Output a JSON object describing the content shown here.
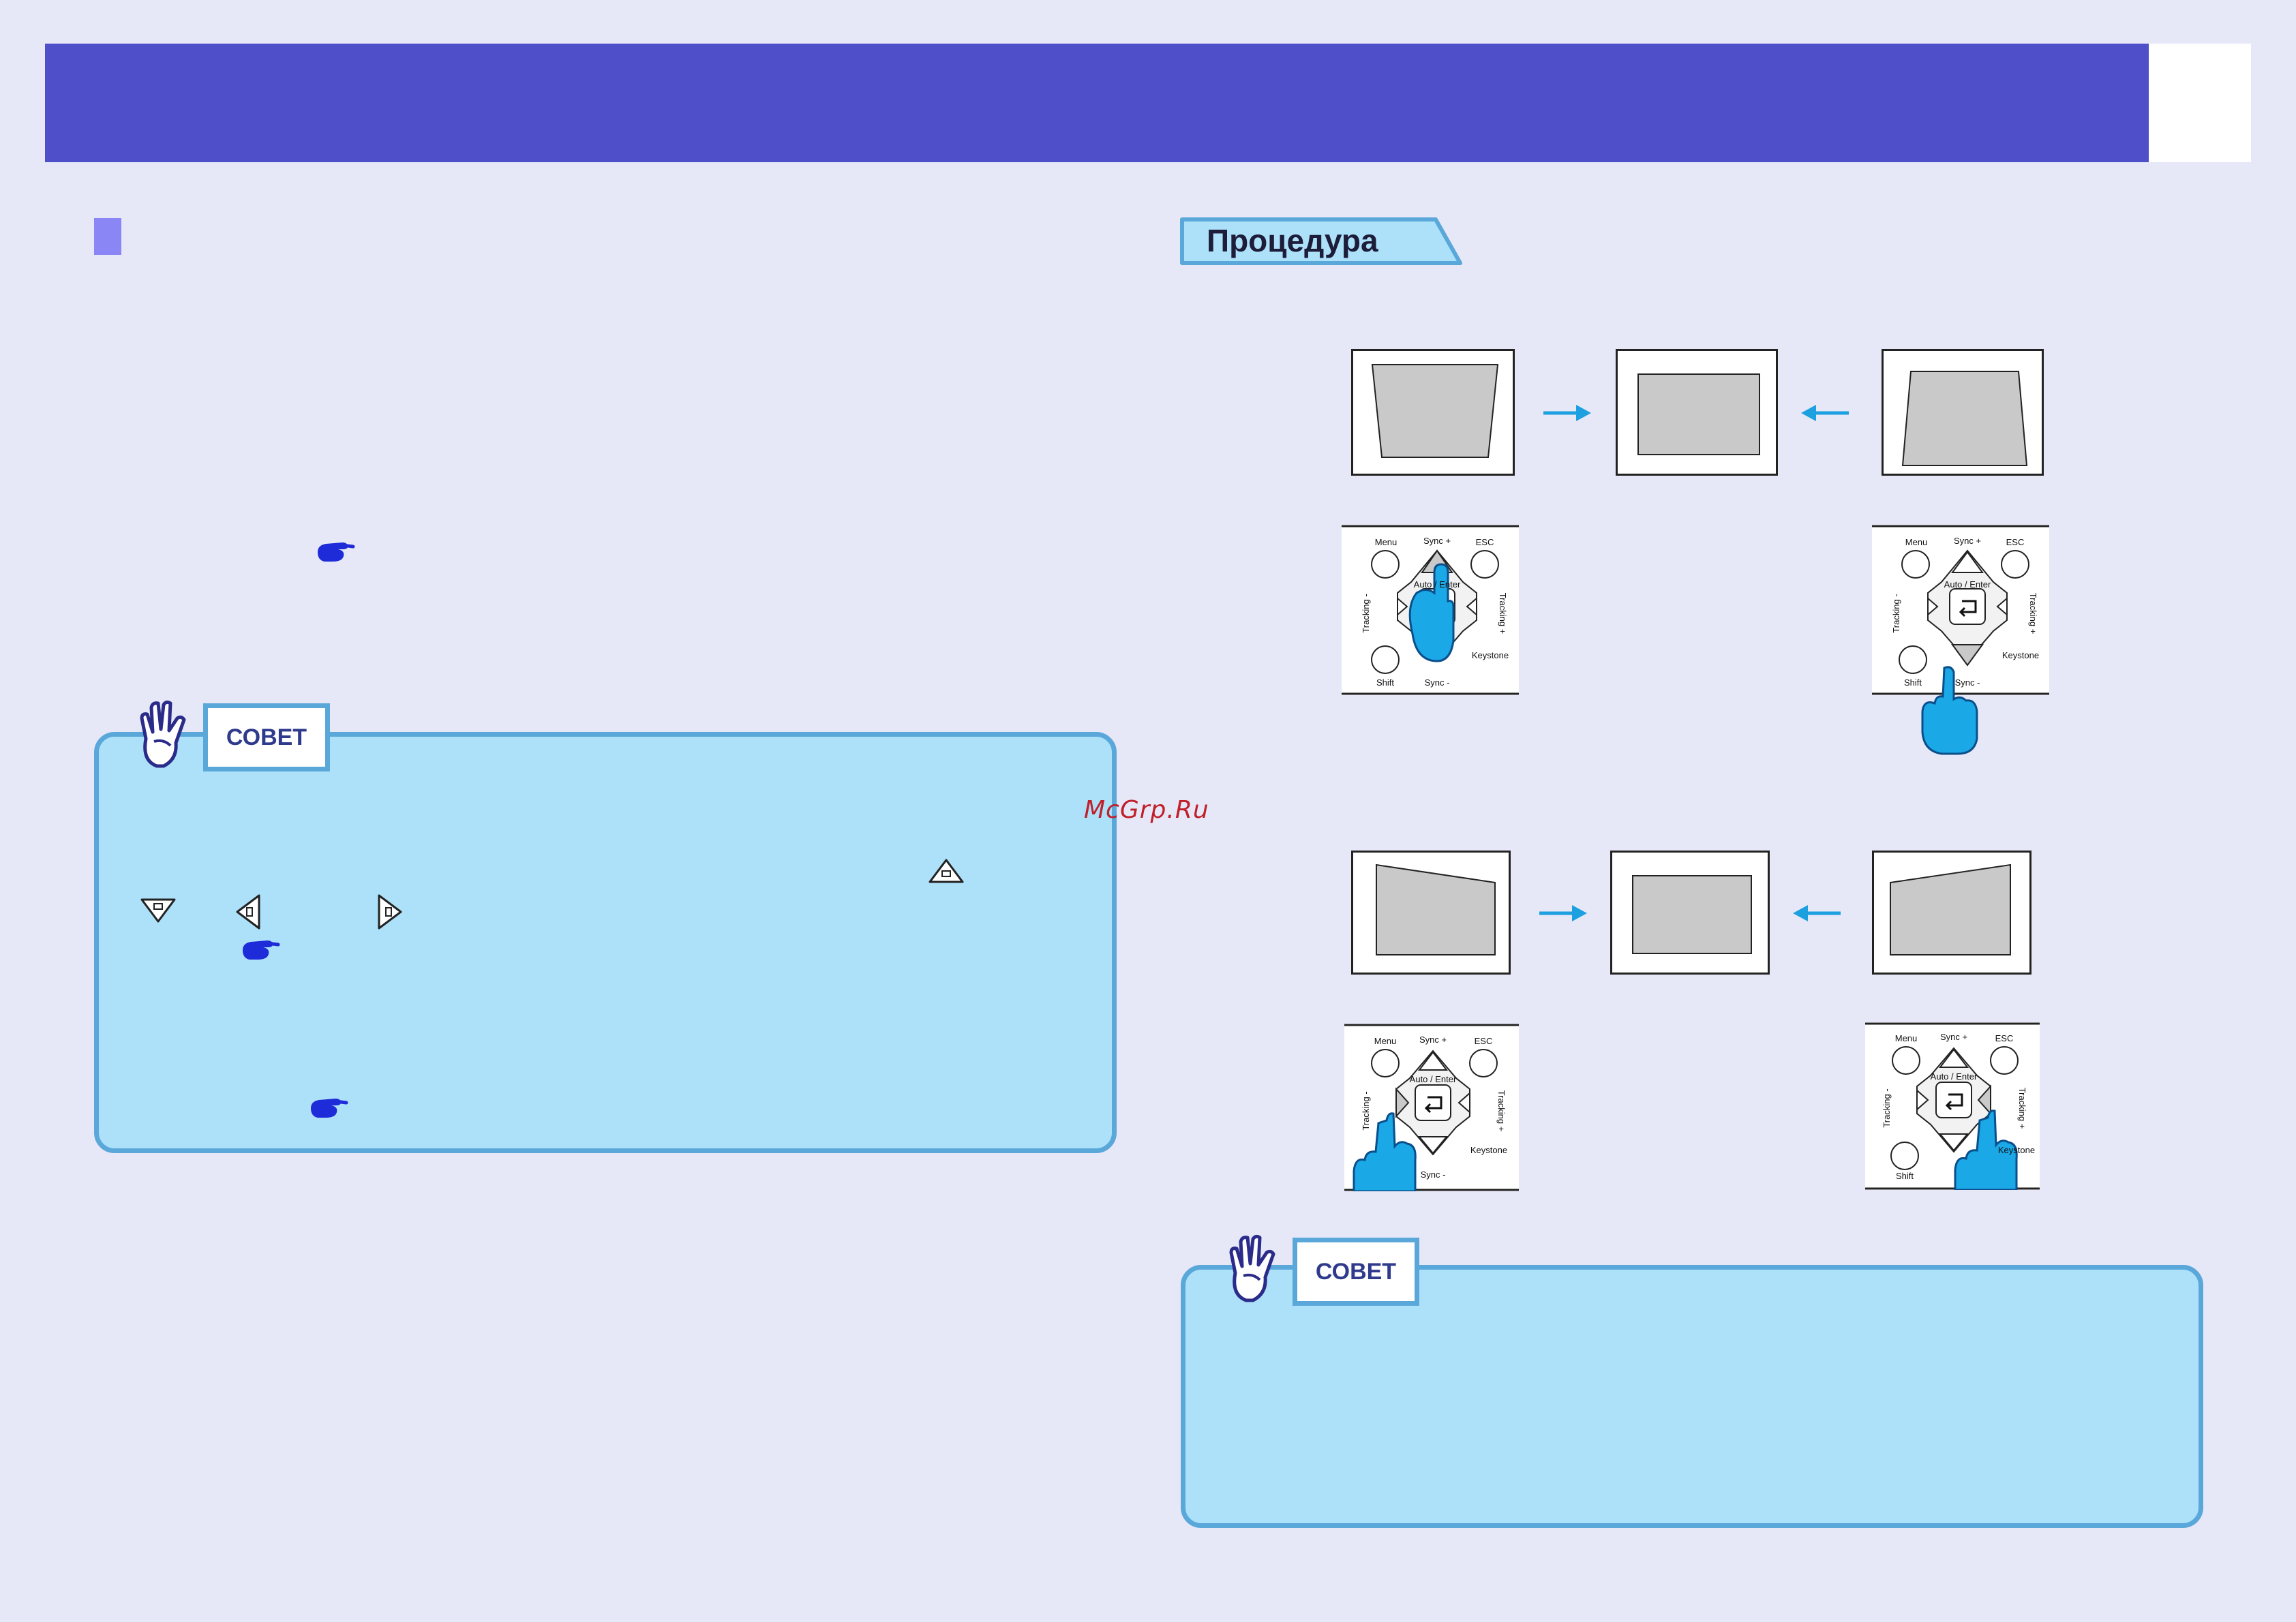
{
  "procedure": {
    "heading": "Процедура"
  },
  "tips": {
    "label": "СОВЕТ"
  },
  "remote": {
    "menu": "Menu",
    "sync_plus": "Sync +",
    "sync_minus": "Sync -",
    "esc": "ESC",
    "auto_enter": "Auto / Enter",
    "tracking_minus": "Tracking -",
    "tracking_plus": "Tracking +",
    "keystone": "Keystone",
    "shift": "Shift"
  },
  "watermark": "McGrp.Ru",
  "colors": {
    "header": "#4f4fca",
    "tip_fill": "#ade1fa",
    "tip_border": "#5aa7da",
    "arrow": "#1da0e0",
    "finger": "#1aa8e6"
  }
}
